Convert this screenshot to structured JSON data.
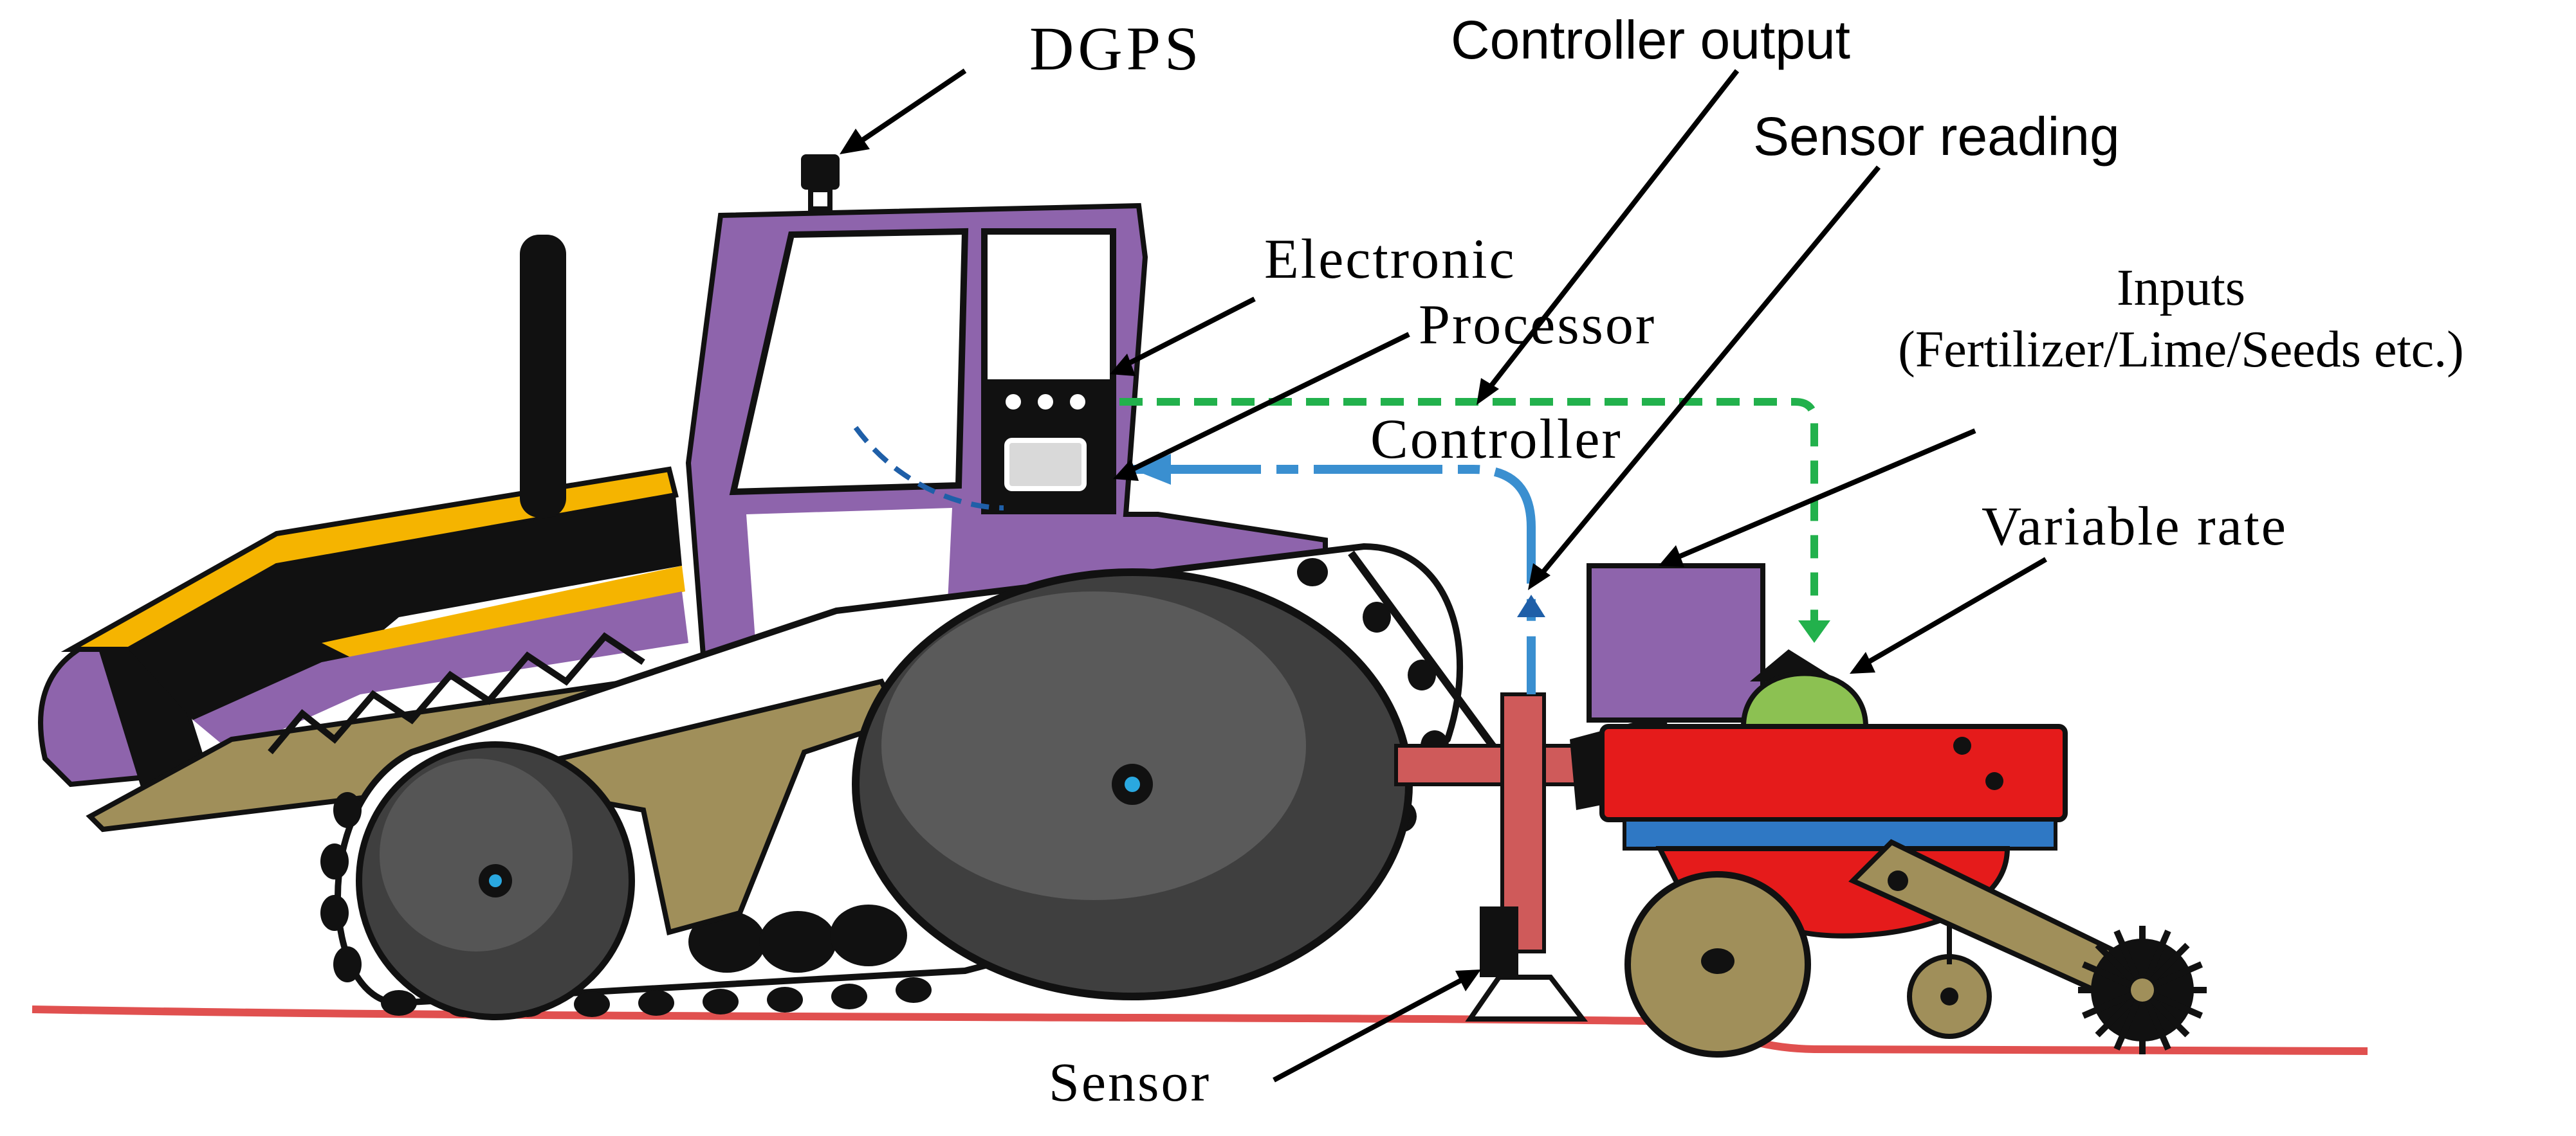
{
  "labels": {
    "dgps": "DGPS",
    "controller_output": "Controller output",
    "sensor_reading": "Sensor reading",
    "electronic": "Electronic",
    "processor": "Processor",
    "inputs_line1": "Inputs",
    "inputs_line2": "(Fertilizer/Lime/Seeds etc.)",
    "controller": "Controller",
    "variable_rate": "Variable rate",
    "sensor": "Sensor"
  },
  "colors": {
    "cab_purple": "#8e64ac",
    "hood_yellow": "#f5b400",
    "body_khaki": "#a08f5a",
    "track_black": "#111111",
    "wheel_grey": "#3f3f3f",
    "hub_blue": "#2aa8e0",
    "implement_red": "#e51b1b",
    "implement_blue": "#2f78c4",
    "hopper_purple": "#8e64ac",
    "meter_green": "#8cc152",
    "ground_red": "#e0504f",
    "green_signal": "#22b14c",
    "blue_signal": "#3a8fd0",
    "post_red": "#cf5a5a"
  }
}
